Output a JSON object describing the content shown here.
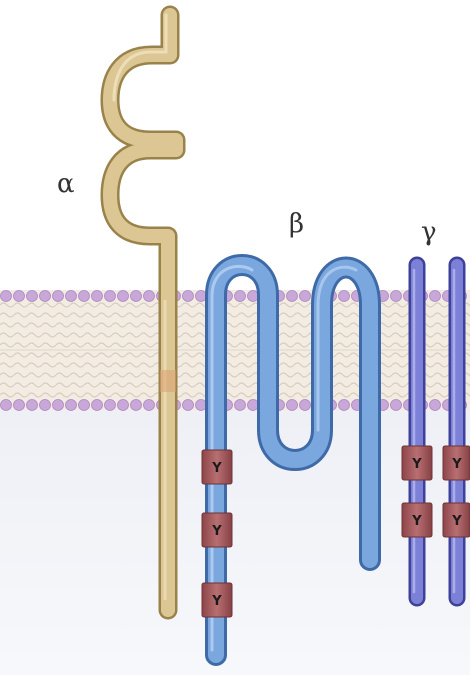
{
  "labels": {
    "alpha": "α",
    "beta": "β",
    "gamma": "γ",
    "motif": "Y"
  },
  "colors": {
    "alpha_chain": "#d7c28f",
    "beta_chain": "#6b9bd6",
    "gamma_chain": "#6f73c9",
    "motif_box": "#a85a5e",
    "membrane_head": "#c8a8d8",
    "membrane_tail": "#efe7dd",
    "cytoplasm": "#e8ebf2"
  }
}
